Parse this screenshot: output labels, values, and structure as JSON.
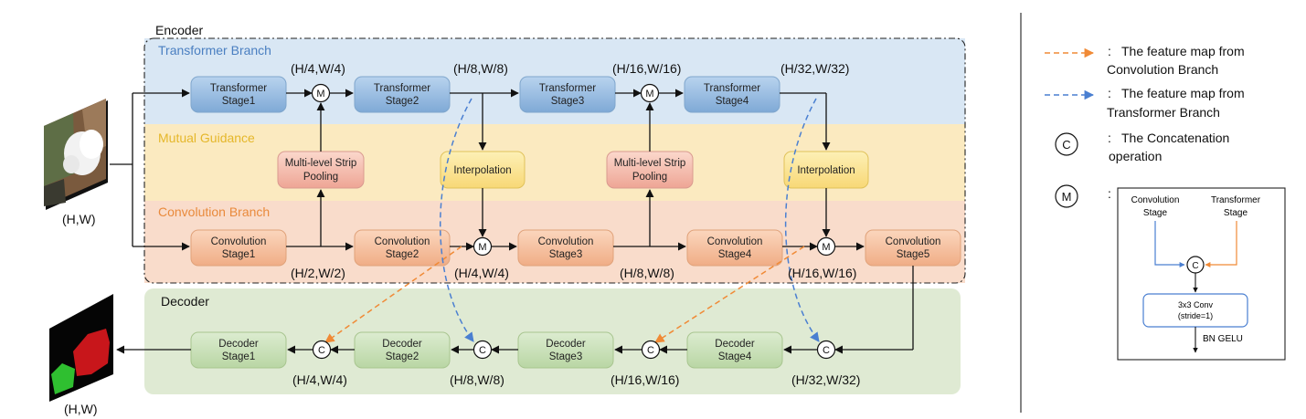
{
  "regions": {
    "encoder": "Encoder",
    "transformer_branch": "Transformer Branch",
    "mutual_guidance": "Mutual Guidance",
    "convolution_branch": "Convolution Branch",
    "decoder": "Decoder"
  },
  "colors": {
    "transformer_band": "#d9e7f4",
    "mutual_band": "#fbeac0",
    "conv_band": "#f9dccb",
    "decoder_band": "#dfead3",
    "transformer_label": "#4a7fc1",
    "mutual_label": "#e5b72a",
    "conv_label": "#e98a3c",
    "orange_arrow": "#f08a36",
    "blue_arrow": "#4a7fd1"
  },
  "transformer_stages": [
    [
      "Transformer",
      "Stage1"
    ],
    [
      "Transformer",
      "Stage2"
    ],
    [
      "Transformer",
      "Stage3"
    ],
    [
      "Transformer",
      "Stage4"
    ]
  ],
  "convolution_stages": [
    [
      "Convolution",
      "Stage1"
    ],
    [
      "Convolution",
      "Stage2"
    ],
    [
      "Convolution",
      "Stage3"
    ],
    [
      "Convolution",
      "Stage4"
    ],
    [
      "Convolution",
      "Stage5"
    ]
  ],
  "pooling_label": [
    "Multi-level Strip",
    "Pooling"
  ],
  "interpolation_label": "Interpolation",
  "decoder_stages": [
    [
      "Decoder",
      "Stage1"
    ],
    [
      "Decoder",
      "Stage2"
    ],
    [
      "Decoder",
      "Stage3"
    ],
    [
      "Decoder",
      "Stage4"
    ]
  ],
  "ops": {
    "merge": "M",
    "concat": "C"
  },
  "dims": {
    "input": "(H,W)",
    "output": "(H,W)",
    "t1": "(H/4,W/4)",
    "t2": "(H/8,W/8)",
    "t3": "(H/16,W/16)",
    "t4": "(H/32,W/32)",
    "c1": "(H/2,W/2)",
    "c2": "(H/4,W/4)",
    "c3": "(H/8,W/8)",
    "c4": "(H/16,W/16)",
    "d1": "(H/4,W/4)",
    "d2": "(H/8,W/8)",
    "d3": "(H/16,W/16)",
    "d4": "(H/32,W/32)"
  },
  "legend": {
    "colon": ":",
    "orange": [
      "The feature map from",
      "Convolution Branch"
    ],
    "blue": [
      "The feature map from",
      "Transformer Branch"
    ],
    "concat": [
      "The Concatenation",
      "operation"
    ],
    "inset": {
      "conv_label": [
        "Convolution",
        "Stage"
      ],
      "trans_label": [
        "Transformer",
        "Stage"
      ],
      "conv_box": [
        "3x3 Conv",
        "(stride=1)"
      ],
      "out_label": "BN  GELU"
    }
  }
}
